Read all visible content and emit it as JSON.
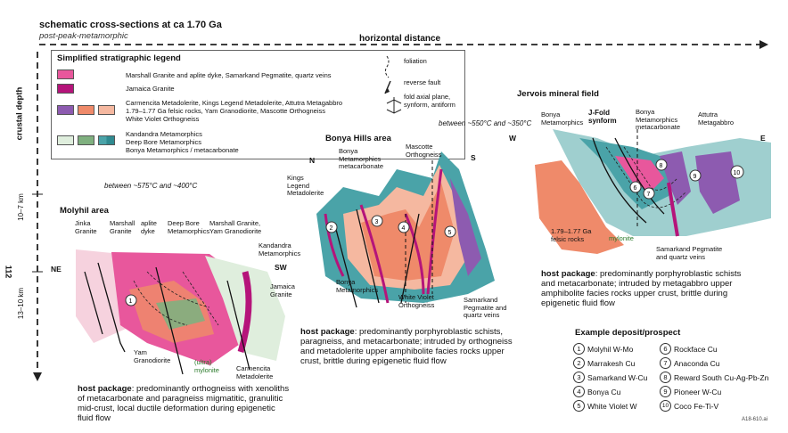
{
  "title": "schematic cross-sections at ca 1.70 Ga",
  "subtitle": "post-peak-metamorphic",
  "horizontal_axis": "horizontal distance",
  "vertical_axis": "crustal depth",
  "depth_marks": [
    "10–7 km",
    "13–10 km"
  ],
  "page_number": "112",
  "legend": {
    "title": "Simplified stratigraphic legend",
    "rows": [
      {
        "text": "Marshall Granite and aplite dyke, Samarkand Pegmatite, quartz veins",
        "colors": [
          "#e8579c"
        ]
      },
      {
        "text": "Jamaica Granite",
        "colors": [
          "#b5147a"
        ]
      },
      {
        "text": "Carmencita Metadolerite, Kings Legend Metadolerite, Attutra Metagabbro",
        "text2": "1.79–1.77 Ga felsic rocks, Yam Granodiorite, Mascotte Orthogneiss",
        "text3": "White Violet Orthogneiss",
        "colors": [
          "#8d5bb0",
          "#ef8a6a",
          "#f5b8a0"
        ]
      },
      {
        "text": "Kandandra Metamorphics",
        "text2": "Deep Bore Metamorphics",
        "text3": "Bonya Metamorphics / metacarbonate",
        "colors": [
          "#dfeedd",
          "#7fb07f",
          "#4aa3a8"
        ]
      }
    ],
    "symbols": [
      "foliation",
      "reverse fault",
      "fold axial plane,",
      "synform, antiform"
    ]
  },
  "colors": {
    "pink": "#e8579c",
    "magenta": "#b5147a",
    "purple": "#8d5bb0",
    "salmon": "#ef8a6a",
    "lightsalmon": "#f5b8a0",
    "teal": "#4aa3a8",
    "lightteal": "#9fcfcf",
    "green": "#7fb07f",
    "lightgreen": "#dfeedd",
    "lightpink": "#f6d2de"
  },
  "sections": {
    "molyhil": {
      "title": "Molyhil area",
      "temp": "between ~575°C and ~400°C",
      "ne": "NE",
      "sw": "SW",
      "labels": [
        "Jinka Granite",
        "Marshall Granite",
        "aplite dyke",
        "Deep Bore Metamorphics",
        "Marshall Granite, Yam Granodiorite",
        "Kandandra Metamorphics",
        "Jamaica Granite",
        "Yam Granodiorite",
        "(ultra) mylonite",
        "Carmencita Metadolerite"
      ],
      "host_bold": "host package",
      "host": ": predominantly orthogneiss with xenoliths of metacarbonate and paragneiss migmatitic, granulitic mid-crust, local ductile deformation during epigenetic fluid flow"
    },
    "bonya": {
      "title": "Bonya Hills area",
      "temp": "between ~550°C and ~350°C",
      "n": "N",
      "s": "S",
      "labels": [
        "Kings Legend Metadolerite",
        "Bonya Metamorphics metacarbonate",
        "Mascotte Orthogneiss",
        "Bonya Metamorphics",
        "White Violet Orthogneiss",
        "Samarkand Pegmatite and quartz veins"
      ],
      "host_bold": "host package",
      "host": ": predominantly porphyroblastic schists, paragneiss, and metacarbonate; intruded by orthogneiss and metadolerite upper amphibolite facies rocks upper crust, brittle during epigenetic fluid flow"
    },
    "jervois": {
      "title": "Jervois mineral field",
      "w": "W",
      "e": "E",
      "labels": [
        "Bonya Metamorphics",
        "J-Fold synform",
        "Bonya Metamorphics metacarbonate",
        "Attutra Metagabbro",
        "1.79–1.77 Ga felsic rocks",
        "mylonite",
        "Samarkand Pegmatite and quartz veins"
      ],
      "host_bold": "host package",
      "host": ": predominantly porphyroblastic schists and metacarbonate; intruded by metagabbro upper amphibolite facies rocks upper crust, brittle during epigenetic fluid flow"
    }
  },
  "examples": {
    "title": "Example deposit/prospect",
    "items": [
      {
        "n": "1",
        "name": "Molyhil W-Mo"
      },
      {
        "n": "2",
        "name": "Marrakesh Cu"
      },
      {
        "n": "3",
        "name": "Samarkand W-Cu"
      },
      {
        "n": "4",
        "name": "Bonya Cu"
      },
      {
        "n": "5",
        "name": "White Violet W"
      },
      {
        "n": "6",
        "name": "Rockface Cu"
      },
      {
        "n": "7",
        "name": "Anaconda Cu"
      },
      {
        "n": "8",
        "name": "Reward South Cu-Ag-Pb-Zn"
      },
      {
        "n": "9",
        "name": "Pioneer W-Cu"
      },
      {
        "n": "10",
        "name": "Coco Fe-Ti-V"
      }
    ]
  },
  "figure_code": "A18-610.ai"
}
